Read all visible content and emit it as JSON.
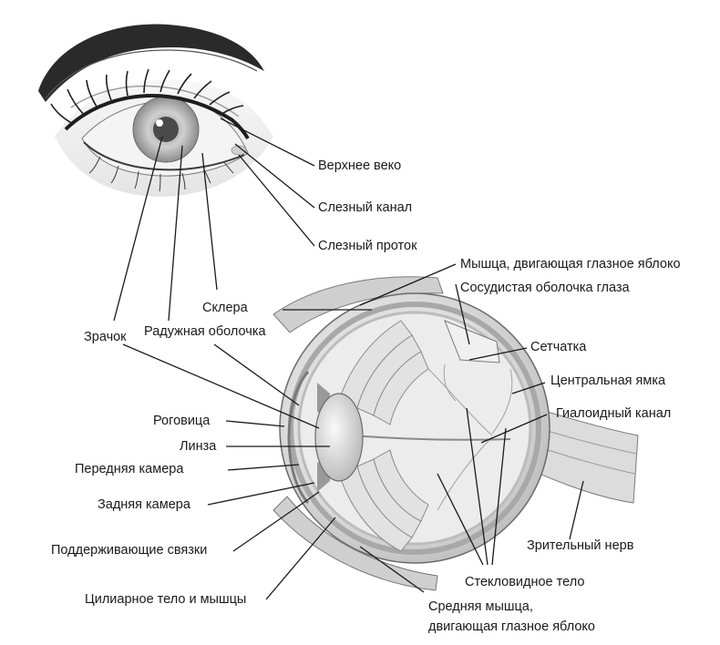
{
  "labels": {
    "upper_eyelid": "Верхнее веко",
    "tear_canal": "Слезный канал",
    "tear_duct": "Слезный проток",
    "eye_muscle_top": "Мышца, двигающая глазное яблоко",
    "choroid": "Сосудистая оболочка глаза",
    "sclera": "Склера",
    "pupil": "Зрачок",
    "iris": "Радужная оболочка",
    "retina": "Сетчатка",
    "fovea": "Центральная ямка",
    "hyaloid_canal": "Гиалоидный канал",
    "cornea": "Роговица",
    "lens": "Линза",
    "anterior_chamber": "Передняя камера",
    "posterior_chamber": "Задняя камера",
    "suspensory_ligaments": "Поддерживающие связки",
    "optic_nerve": "Зрительный нерв",
    "vitreous_body": "Стекловидное тело",
    "ciliary_body": "Цилиарное тело и мышцы",
    "middle_muscle_line1": "Средняя мышца,",
    "middle_muscle_line2": "двигающая глазное яблоко"
  },
  "colors": {
    "ink": "#1a1a1a",
    "tissue_light": "#e8e8e8",
    "tissue_mid": "#c4c4c4",
    "tissue_dark": "#8a8a8a"
  }
}
